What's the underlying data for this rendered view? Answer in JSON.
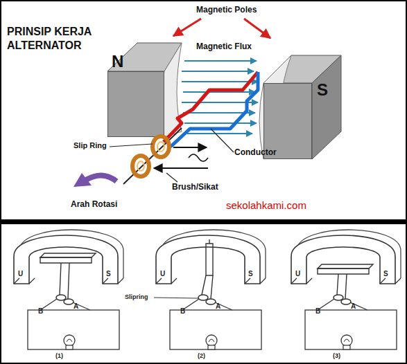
{
  "diagram": {
    "title": "PRINSIP KERJA ALTERNATOR",
    "nodes": [
      {
        "text": [
          "N"
        ]
      },
      {
        "text": [
          "S"
        ]
      }
    ],
    "labels": [
      "Magnetic Poles",
      "Magnetic Flux",
      "Slip Ring",
      "Conductor",
      "Brush/Sikat",
      "Arah Rotasi",
      "sekolahkami.com",
      "U",
      "S",
      "B",
      "A",
      "(1)",
      "U",
      "S",
      "Slipring",
      "B",
      "A",
      "(2)",
      "U",
      "S",
      "B",
      "A",
      "(3)"
    ]
  }
}
